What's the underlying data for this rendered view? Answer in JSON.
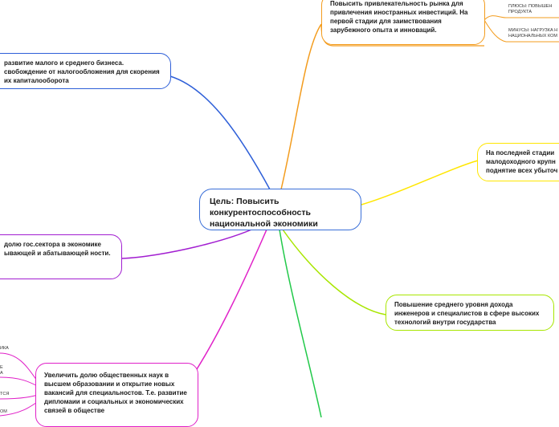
{
  "central": "Цель: Повысить конкурентоспособность национальной экономики",
  "nodes": {
    "top_right": "Повысить привлекательность рынка для привлечения иностранных инвестиций. На первой стадии для заимствования зарубежного опыта и инноваций.",
    "top_left": "развитие малого и среднего бизнеса. свобождение от налогообложения для скорения их капиталооборота",
    "mid_right": "На последней стадии малодоходного крупн поднятие всех убыточ",
    "mid_left": "долю гос.сектора в экономике ывающей и абатывающей ности.",
    "lower_right": "Повышение среднего уровня дохода инженеров и специалистов в сфере высоких технологий внутри государства",
    "bottom_left": "Увеличить долю общественных наук в высшем образовании и открытие новых вакансий для специальностов. Т.е. развитие дипломаии и социальных и экономических связей в обществе"
  },
  "leaves": {
    "plus": "ПЛЮСЫ: ПОВЫШЕН\nПРОДУКТА",
    "minus": "МИНУСЫ: НАГРУЗКА Н\nНАЦИОНАЛЬНЫХ КОМ",
    "left_1": "ИКА",
    "left_2": "Е\nА",
    "left_3": "ТСЯ",
    "left_4": "ОМ"
  },
  "colors": {
    "central": "#3a6fd8",
    "top_right": "#f39c1e",
    "top_left": "#2e5fd8",
    "mid_right": "#ffe600",
    "mid_left": "#a21ed1",
    "lower_right": "#a8e600",
    "bottom_left": "#e020c8",
    "bottom_green": "#22c94a"
  }
}
